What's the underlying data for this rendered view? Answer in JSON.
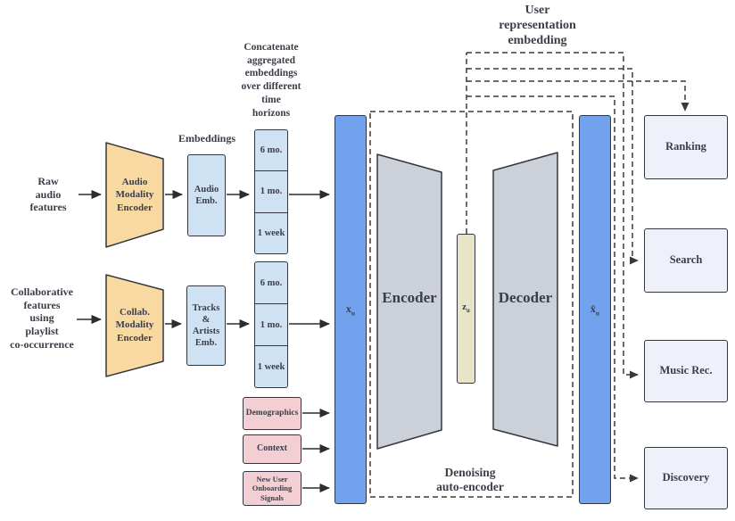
{
  "top_title": {
    "lines": [
      "User",
      "representation",
      "embedding"
    ]
  },
  "concat_note": {
    "lines": [
      "Concatenate",
      "aggregated",
      "embeddings",
      "over different",
      "time",
      "horizons"
    ]
  },
  "embeddings_label": "Embeddings",
  "inputs": {
    "raw_audio": {
      "lines": [
        "Raw",
        "audio",
        "features"
      ]
    },
    "collaborative": {
      "lines": [
        "Collaborative",
        "features",
        "using",
        "playlist",
        "co-occurrence"
      ]
    }
  },
  "modality_encoders": {
    "audio": {
      "lines": [
        "Audio",
        "Modality",
        "Encoder"
      ]
    },
    "collab": {
      "lines": [
        "Collab.",
        "Modality",
        "Encoder"
      ]
    }
  },
  "embedding_boxes": {
    "audio": {
      "lines": [
        "Audio",
        "Emb."
      ]
    },
    "tracks": {
      "lines": [
        "Tracks &",
        "Artists",
        "Emb."
      ]
    }
  },
  "time_horizons": {
    "cells": [
      "6 mo.",
      "1 mo.",
      "1 week"
    ]
  },
  "aux_inputs": {
    "demographics": "Demographics",
    "context": "Context",
    "new_user": {
      "lines": [
        "New User",
        "Onboarding",
        "Signals"
      ]
    }
  },
  "vectors": {
    "xu": {
      "base": "x",
      "sub": "u"
    },
    "zu": {
      "base": "z",
      "sub": "u"
    },
    "xu_hat": {
      "base": "x̂",
      "sub": "u"
    }
  },
  "autoencoder": {
    "encoder": "Encoder",
    "decoder": "Decoder",
    "caption_lines": [
      "Denoising",
      "auto-encoder"
    ]
  },
  "outputs": {
    "ranking": "Ranking",
    "search": "Search",
    "music_rec": "Music Rec.",
    "discovery": "Discovery"
  },
  "colors": {
    "accent_blue": "#72a2ee",
    "light_blue": "#cfe2f4",
    "orange": "#f8d9a2",
    "gray": "#ccd1d9",
    "tan": "#e8e4c8",
    "pink": "#f3ced3",
    "lavender": "#eef0fa",
    "border": "#33363e",
    "text": "#3b3e48"
  }
}
